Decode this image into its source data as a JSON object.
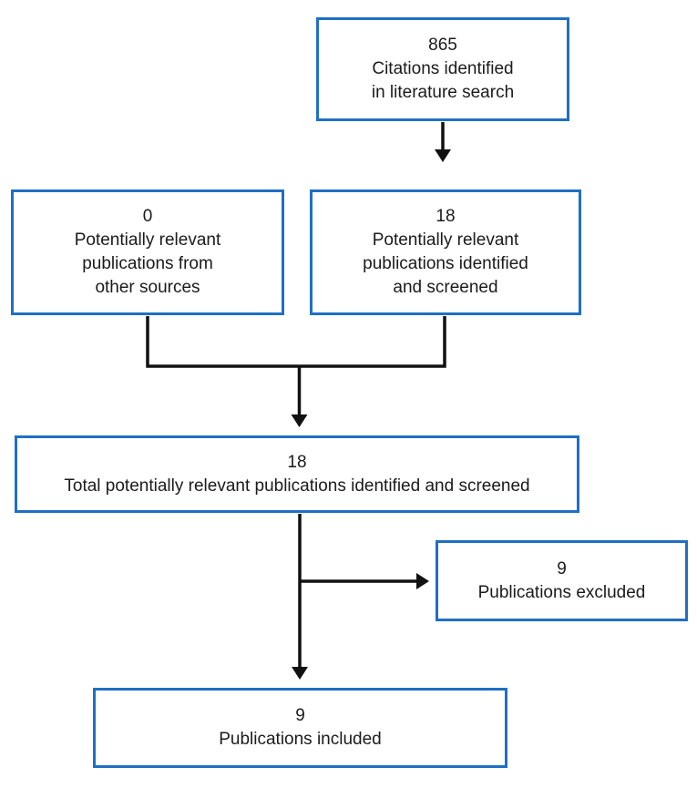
{
  "diagram": {
    "type": "flowchart",
    "subject": "literature-screening-flow",
    "colors": {
      "box_border": "#1f6fc4",
      "box_fill": "#ffffff",
      "arrow": "#111111",
      "text": "#1b1b1b"
    },
    "boxes": [
      {
        "id": "citations-identified",
        "value": "865",
        "lines": [
          "Citations identified",
          "in literature search"
        ]
      },
      {
        "id": "other-sources",
        "value": "0",
        "lines": [
          "Potentially relevant",
          "publications from",
          "other sources"
        ]
      },
      {
        "id": "identified-screened",
        "value": "18",
        "lines": [
          "Potentially relevant",
          "publications identified",
          "and screened"
        ]
      },
      {
        "id": "total-screened",
        "value": "18",
        "lines": [
          "Total potentially relevant publications identified and screened"
        ]
      },
      {
        "id": "excluded",
        "value": "9",
        "lines": [
          "Publications excluded"
        ]
      },
      {
        "id": "included",
        "value": "9",
        "lines": [
          "Publications included"
        ]
      }
    ],
    "edges": [
      {
        "from": "citations-identified",
        "to": "identified-screened"
      },
      {
        "from": "other-sources",
        "to": "total-screened"
      },
      {
        "from": "identified-screened",
        "to": "total-screened"
      },
      {
        "from": "total-screened",
        "to": "excluded"
      },
      {
        "from": "total-screened",
        "to": "included"
      }
    ]
  }
}
